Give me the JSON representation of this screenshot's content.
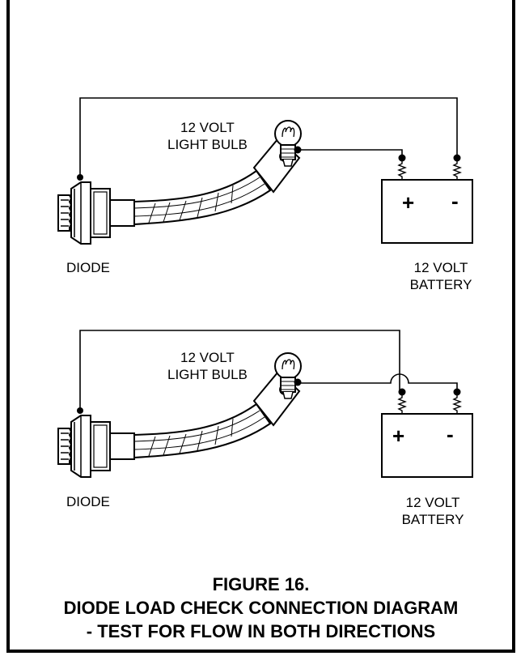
{
  "diagrams": [
    {
      "bulb_label": [
        "12 VOLT",
        "LIGHT BULB"
      ],
      "diode_label": "DIODE",
      "battery_label": [
        "12 VOLT",
        "BATTERY"
      ],
      "battery_plus": "+",
      "battery_minus": "-"
    },
    {
      "bulb_label": [
        "12 VOLT",
        "LIGHT BULB"
      ],
      "diode_label": "DIODE",
      "battery_label": [
        "12 VOLT",
        "BATTERY"
      ],
      "battery_plus": "+",
      "battery_minus": "-"
    }
  ],
  "caption": {
    "line1": "FIGURE 16.",
    "line2": "DIODE LOAD CHECK CONNECTION DIAGRAM",
    "line3": "- TEST FOR FLOW IN BOTH DIRECTIONS"
  }
}
